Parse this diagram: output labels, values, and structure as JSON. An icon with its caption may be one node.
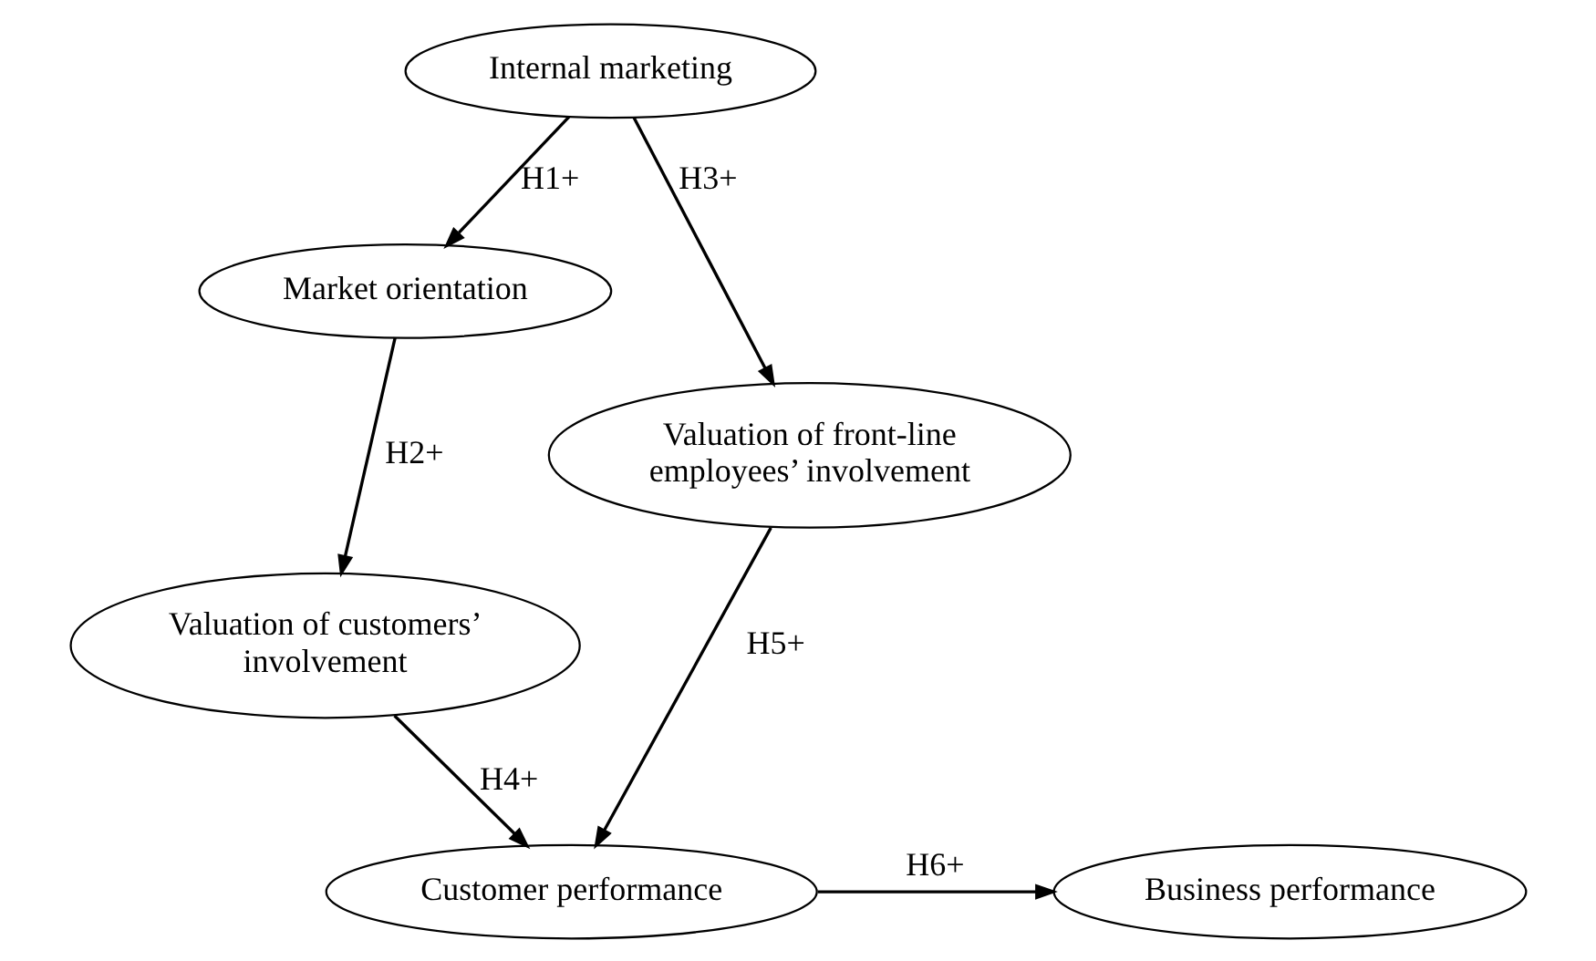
{
  "diagram": {
    "nodes": [
      {
        "text": [
          "Internal marketing"
        ]
      },
      {
        "text": [
          "Market orientation"
        ]
      },
      {
        "text": [
          "Valuation of front-line employees’ involvement"
        ]
      },
      {
        "text": [
          "Valuation of customers’ involvement"
        ]
      },
      {
        "text": [
          "Customer performance"
        ]
      },
      {
        "text": [
          "Business performance"
        ]
      }
    ],
    "edges": [
      {
        "from": 0,
        "to": 1,
        "arrow": "to",
        "label": "H1+"
      },
      {
        "from": 0,
        "to": 2,
        "arrow": "to",
        "label": "H3+"
      },
      {
        "from": 1,
        "to": 3,
        "arrow": "to",
        "label": "H2+"
      },
      {
        "from": 3,
        "to": 4,
        "arrow": "to",
        "label": "H4+"
      },
      {
        "from": 2,
        "to": 4,
        "arrow": "to",
        "label": "H5+"
      },
      {
        "from": 4,
        "to": 5,
        "arrow": "to",
        "label": "H6+"
      }
    ]
  }
}
